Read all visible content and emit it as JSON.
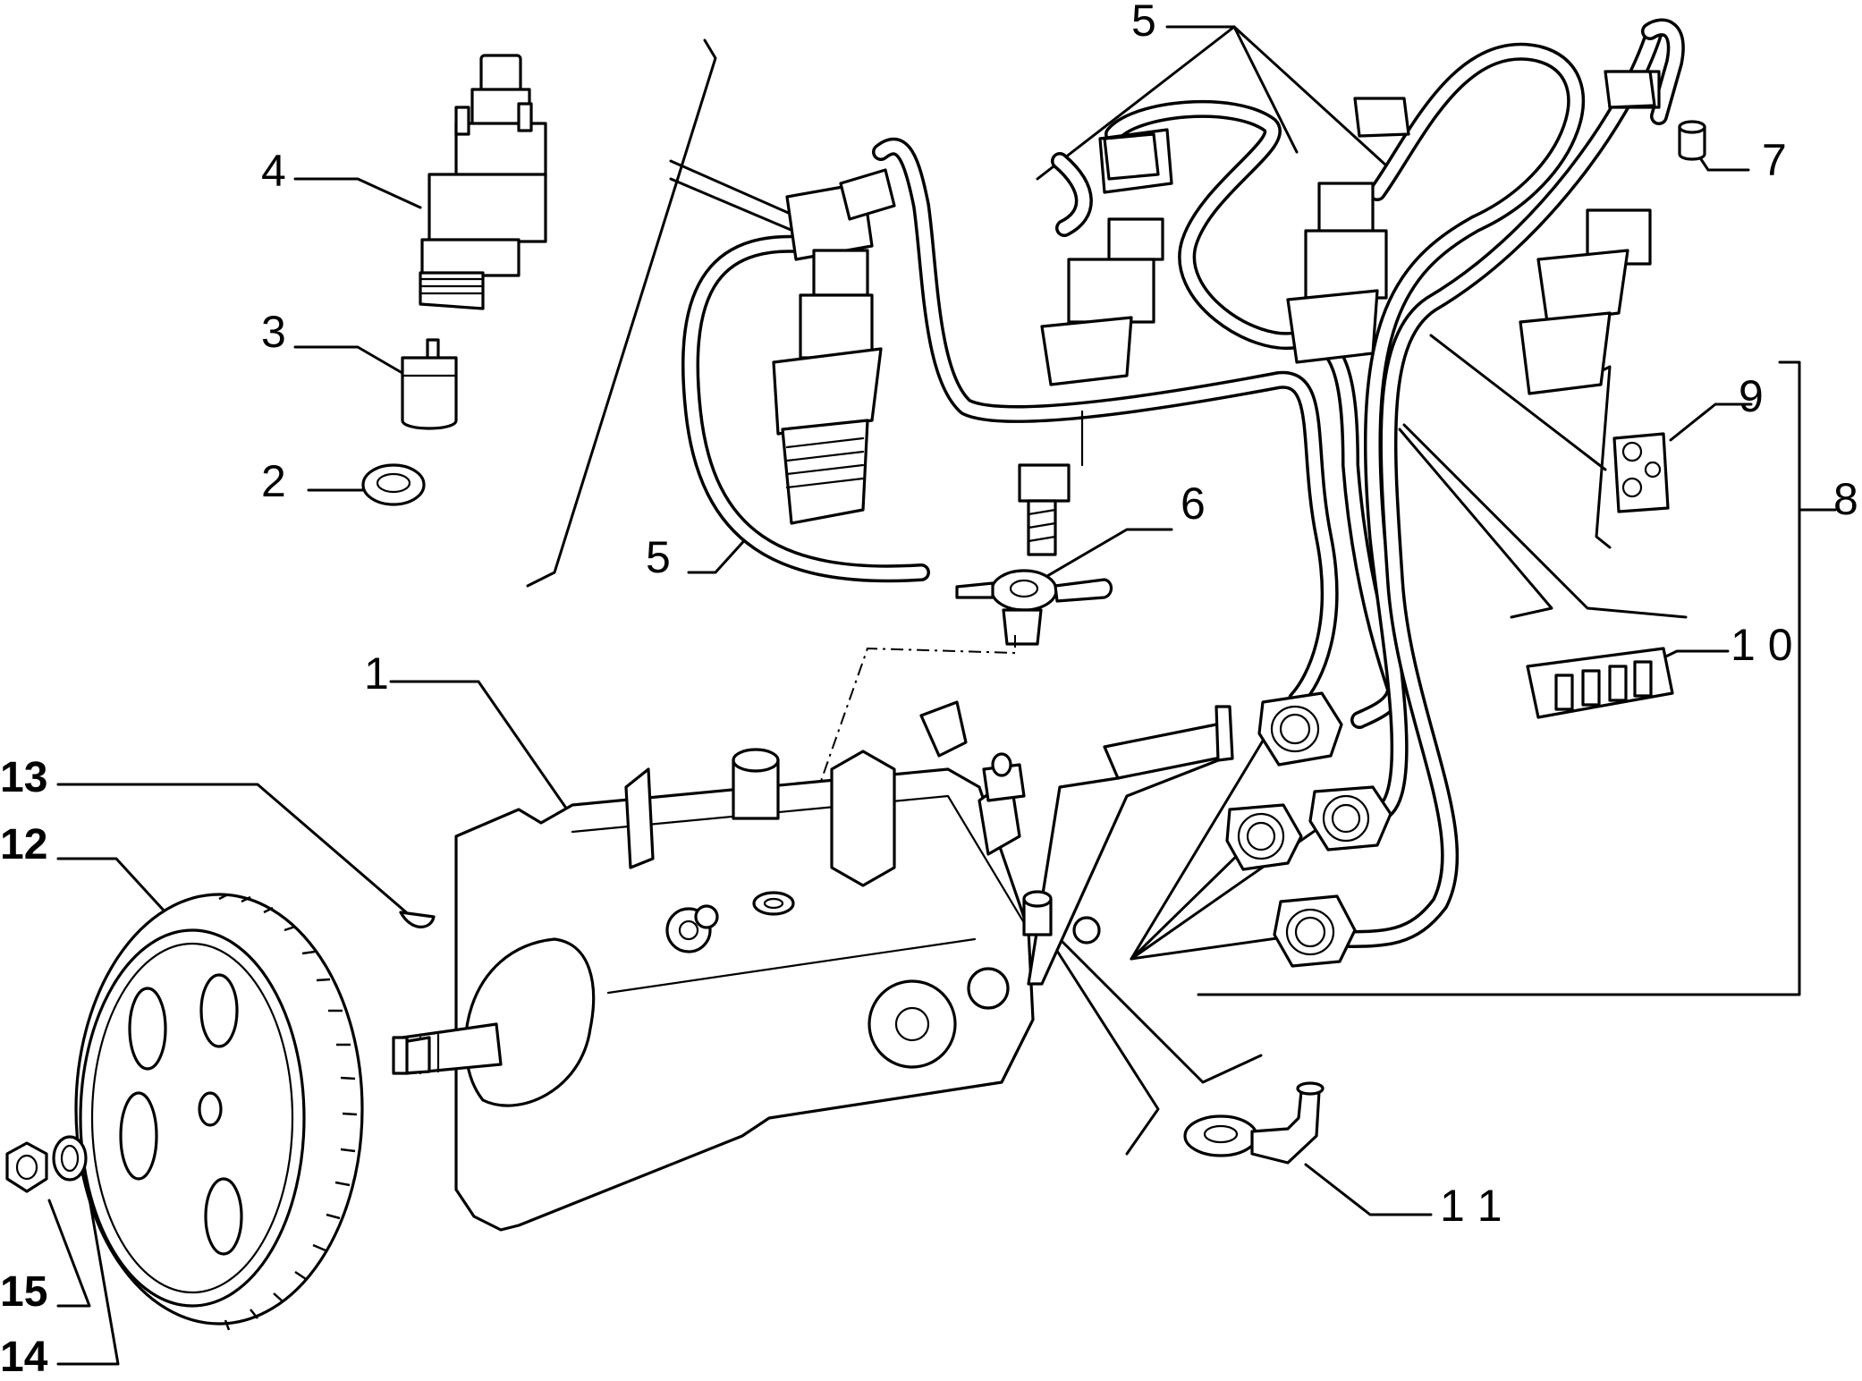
{
  "diagram": {
    "callouts": {
      "c1": "1",
      "c2": "2",
      "c3": "3",
      "c4": "4",
      "c5_left": "5",
      "c5_top": "5",
      "c6": "6",
      "c7": "7",
      "c8": "8",
      "c9": "9",
      "c10": "1 0",
      "c11": "1 1",
      "c12": "12",
      "c13": "13",
      "c14": "14",
      "c15": "15"
    }
  }
}
